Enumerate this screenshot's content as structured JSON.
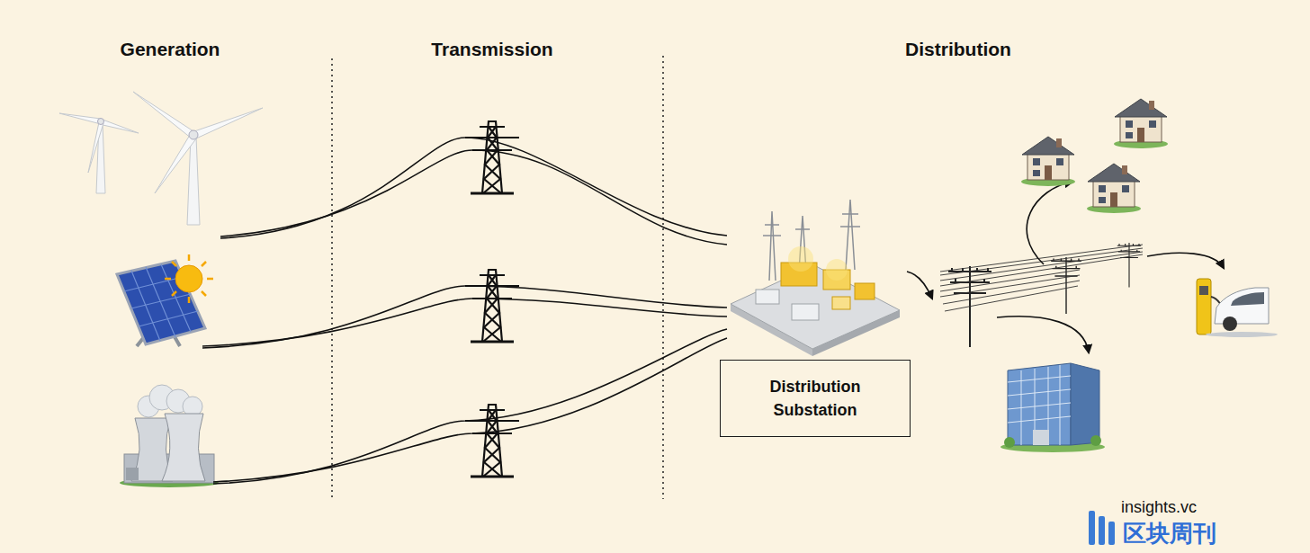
{
  "diagram": {
    "nodes": [
      {
        "text": [
          "Distribution Substation"
        ]
      }
    ],
    "labels": [
      "Generation",
      "Transmission",
      "Distribution",
      "insights.vc",
      "区块周刊"
    ]
  }
}
